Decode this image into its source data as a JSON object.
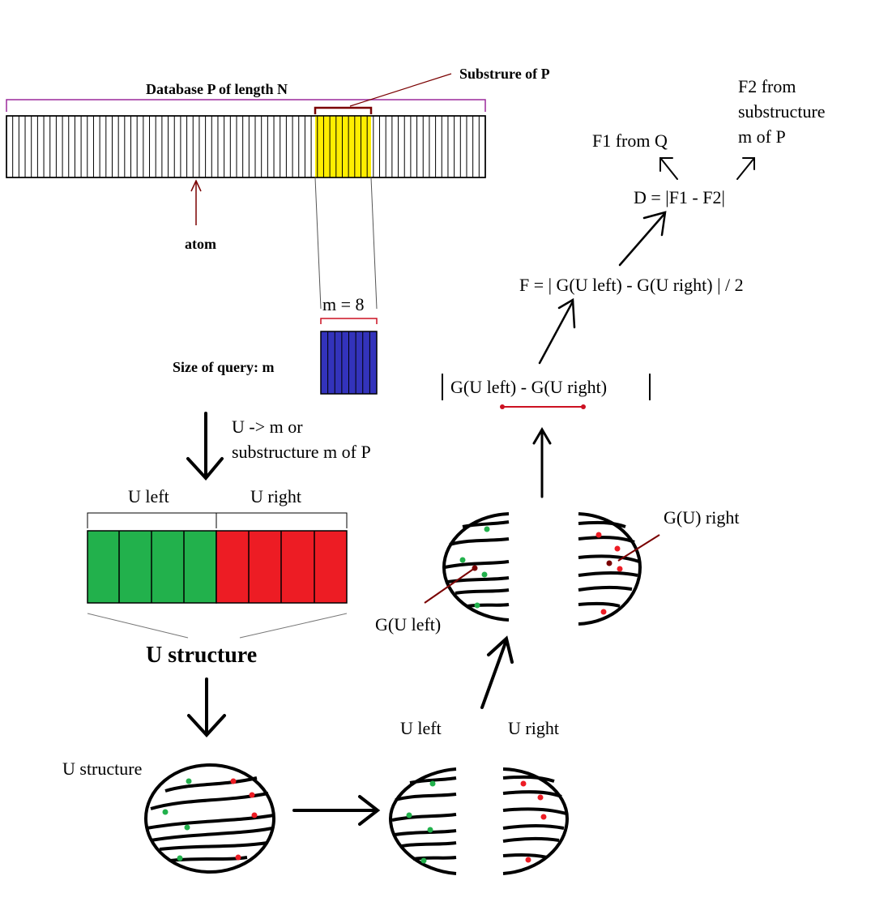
{
  "labels": {
    "database": "Database P of length N",
    "substructure": "Substrure of P",
    "atom": "atom",
    "m_eq": "m = 8",
    "query_size": "Size of query: m",
    "u_arrow_line1": "U -> m or",
    "u_arrow_line2": "substructure m of P",
    "u_left": "U left",
    "u_right": "U right",
    "u_structure_bold": "U structure",
    "u_structure": "U structure",
    "u_left_2": "U left",
    "u_right_2": "U right",
    "g_u_left": "G(U left)",
    "g_u_right": "G(U) right",
    "g_diff": "G(U left) - G(U right)",
    "f_formula": "F = | G(U left) - G(U right) | / 2",
    "d_formula": "D = |F1 - F2|",
    "f1": "F1 from Q",
    "f2_line1": "F2 from",
    "f2_line2": "substructure",
    "f2_line3": "m of P"
  },
  "colors": {
    "outline": "#000000",
    "bracket_purple": "#9b2a9b",
    "dark_red": "#7a0000",
    "highlight_yellow": "#ffee00",
    "query_blue": "#3333bb",
    "u_left_green": "#22b14c",
    "u_right_red": "#ed1c24",
    "red_bar": "#cc1122"
  }
}
